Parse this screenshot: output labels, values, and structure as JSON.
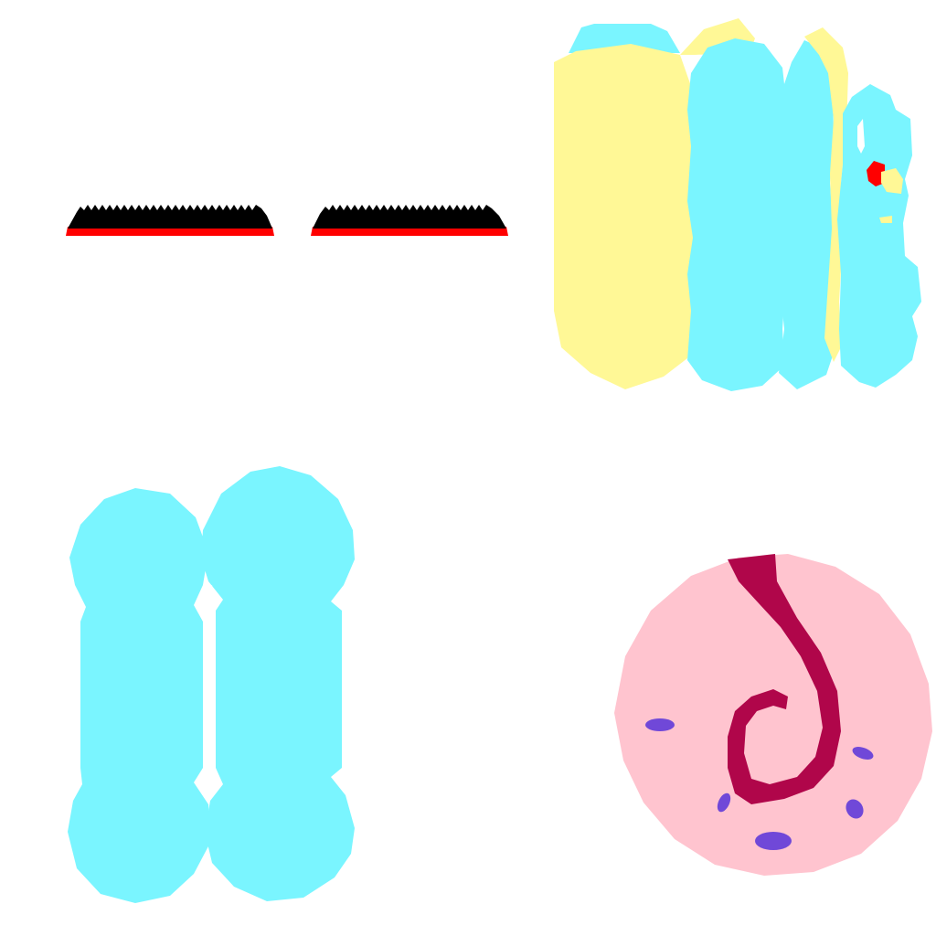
{
  "canvas": {
    "background": "#ffffff"
  },
  "colors": {
    "black": "#000000",
    "red": "#ff0000",
    "cyan": "#7af5ff",
    "yellow": "#fff896",
    "pink": "#ffc4cf",
    "crimson": "#b0064a",
    "violet": "#7048d8"
  },
  "shapes": [
    "toothed-bar-left",
    "toothed-bar-right",
    "bundle-cluster",
    "twin-blob-cluster",
    "spiral-disc"
  ]
}
